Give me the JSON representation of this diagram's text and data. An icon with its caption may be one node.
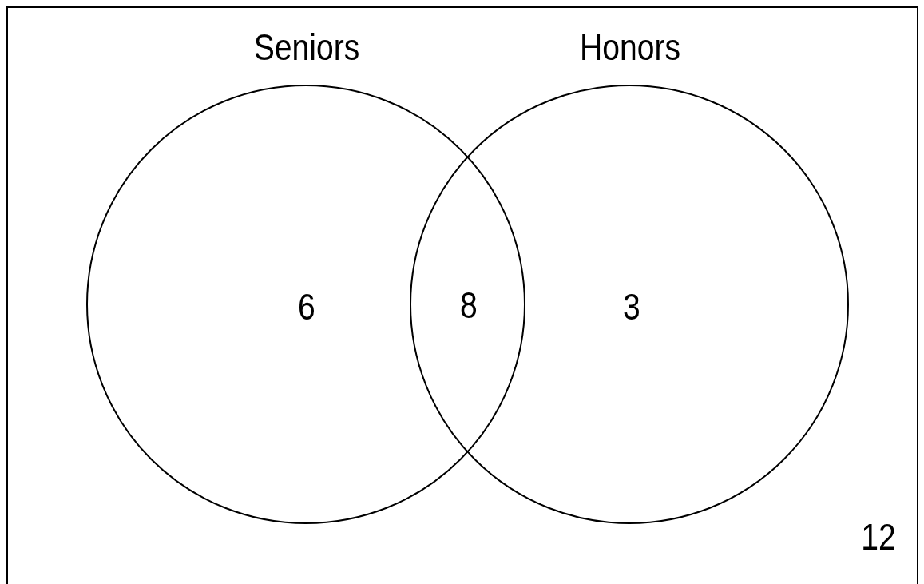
{
  "diagram": {
    "nodes": [
      {
        "text": [
          "12"
        ]
      },
      {
        "text": [
          "Seniors",
          "6"
        ],
        "in": 0
      },
      {
        "text": [
          "Honors",
          "3"
        ],
        "in": 0
      }
    ],
    "labels": [
      "8"
    ]
  }
}
